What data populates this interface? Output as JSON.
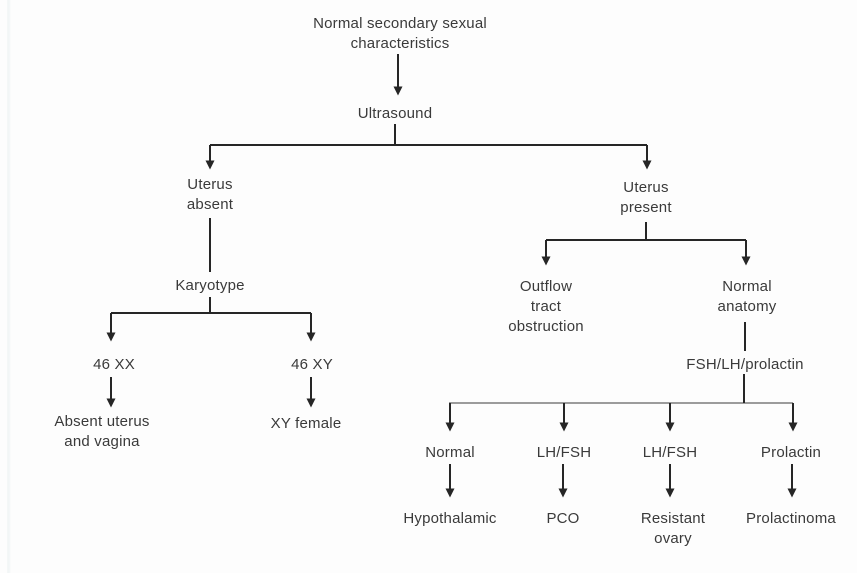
{
  "colors": {
    "background": "#fdfdfd",
    "text": "#3a3a3a",
    "line": "#262626",
    "gray_connector": "#9c9c9c"
  },
  "nodes": {
    "root": {
      "label": "Normal secondary sexual\ncharacteristics"
    },
    "ultrasound": {
      "label": "Ultrasound"
    },
    "uterus_absent": {
      "label": "Uterus\nabsent"
    },
    "karyotype": {
      "label": "Karyotype"
    },
    "xx_46": {
      "label": "46 XX"
    },
    "xy_46": {
      "label": "46 XY"
    },
    "absent_uterus_vagina": {
      "label": "Absent uterus\nand vagina"
    },
    "xy_female": {
      "label": "XY female"
    },
    "uterus_present": {
      "label": "Uterus\npresent"
    },
    "outflow_tract_obstruction": {
      "label": "Outflow\ntract\nobstruction"
    },
    "normal_anatomy": {
      "label": "Normal\nanatomy"
    },
    "fsh_lh_prolactin": {
      "label": "FSH/LH/prolactin"
    },
    "normal_result": {
      "label": "Normal"
    },
    "lh_fsh_1": {
      "label": "LH/FSH"
    },
    "lh_fsh_2": {
      "label": "LH/FSH"
    },
    "prolactin": {
      "label": "Prolactin"
    },
    "hypothalamic": {
      "label": "Hypothalamic"
    },
    "pco": {
      "label": "PCO"
    },
    "resistant_ovary": {
      "label": "Resistant\novary"
    },
    "prolactinoma": {
      "label": "Prolactinoma"
    }
  }
}
